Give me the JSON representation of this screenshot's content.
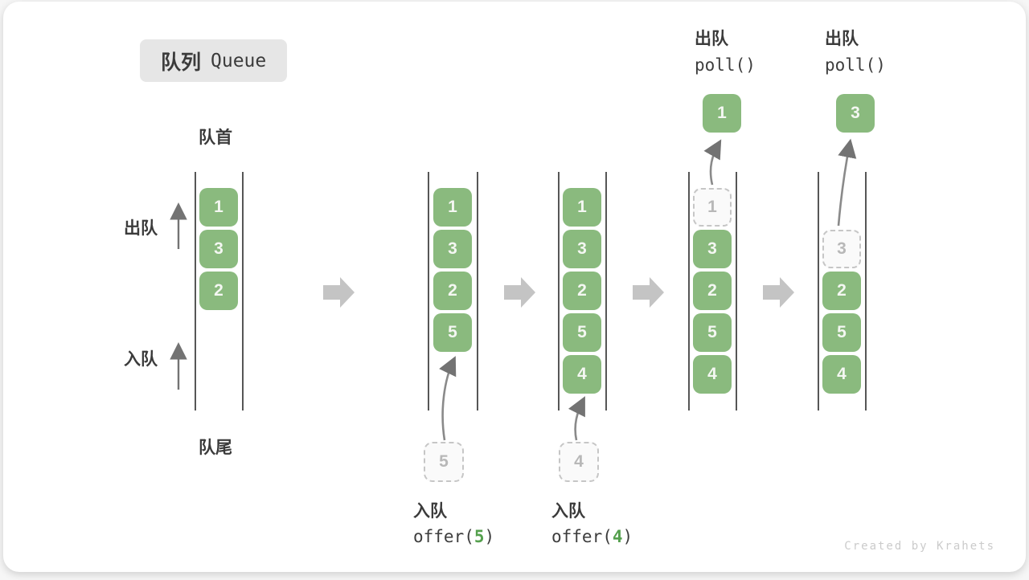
{
  "title": {
    "zh": "队列",
    "en": "Queue"
  },
  "side_labels": {
    "front": "队首",
    "rear": "队尾",
    "dequeue": "出队",
    "enqueue": "入队"
  },
  "operations": {
    "enqueue5": {
      "name": "入队",
      "fn": "offer(",
      "arg": "5",
      "close": ")"
    },
    "enqueue4": {
      "name": "入队",
      "fn": "offer(",
      "arg": "4",
      "close": ")"
    },
    "poll1": {
      "name": "出队",
      "fn": "poll()"
    },
    "poll2": {
      "name": "出队",
      "fn": "poll()"
    }
  },
  "extracted": {
    "poll1": "1",
    "poll2": "3"
  },
  "pending": {
    "enqueue5": "5",
    "enqueue4": "4"
  },
  "states": [
    {
      "blocks": [
        "1",
        "3",
        "2"
      ]
    },
    {
      "blocks": [
        "1",
        "3",
        "2",
        "5"
      ]
    },
    {
      "blocks": [
        "1",
        "3",
        "2",
        "5",
        "4"
      ]
    },
    {
      "dashed": "1",
      "blocks": [
        "3",
        "2",
        "5",
        "4"
      ]
    },
    {
      "dashed": "3",
      "blocks": [
        "2",
        "5",
        "4"
      ]
    }
  ],
  "watermark": "Created by Krahets",
  "colors": {
    "block_green": "#8aba7e",
    "code_green": "#55a04e",
    "flow_arrow_gray": "#c4c4c4",
    "line_gray": "#565656"
  }
}
